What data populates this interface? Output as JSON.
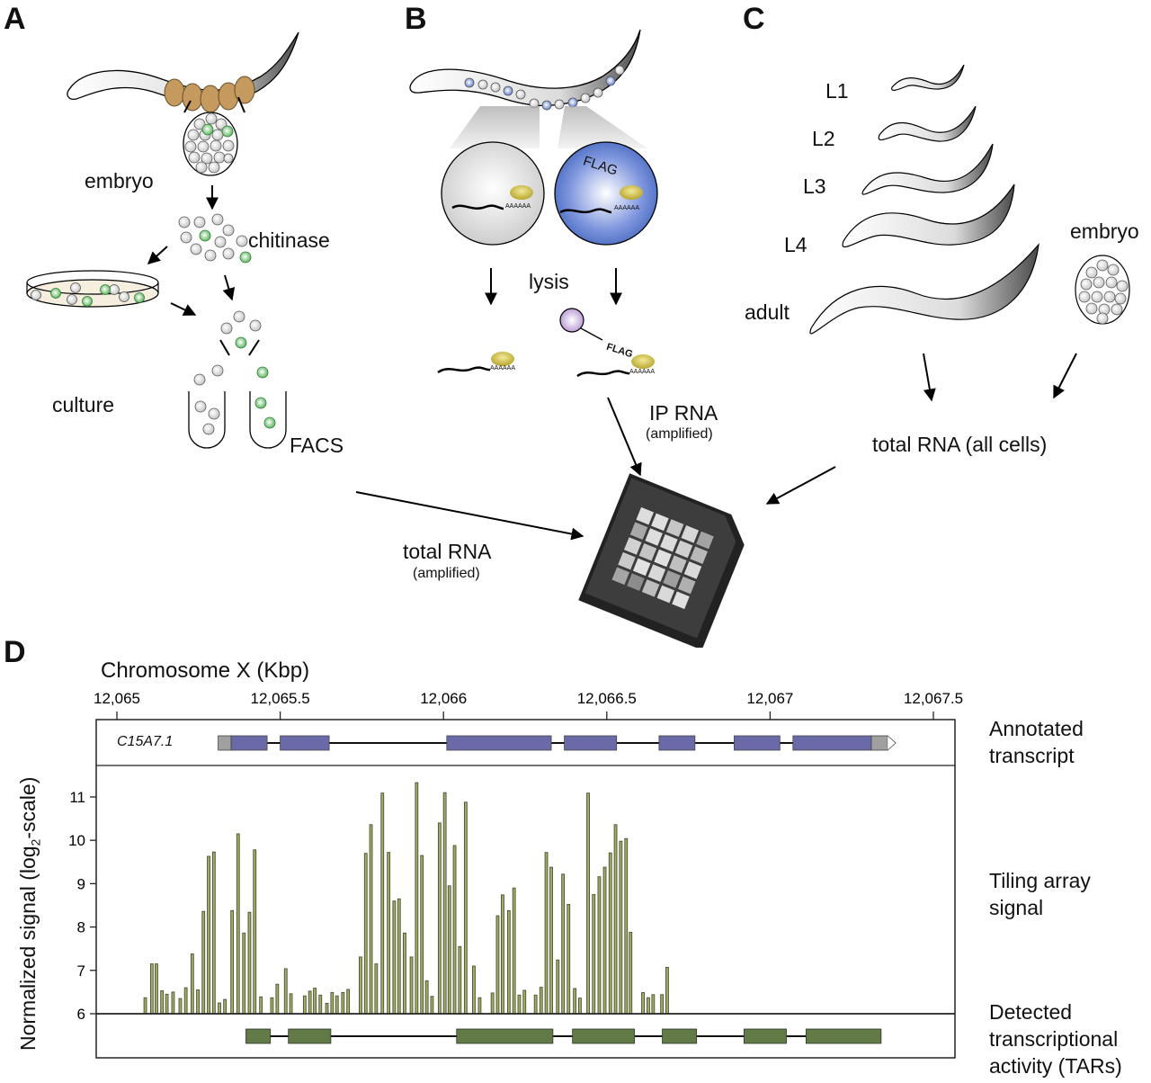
{
  "panels": {
    "A": {
      "letter": "A",
      "labels": {
        "embryo": "embryo",
        "chitinase": "chitinase",
        "culture": "culture",
        "facs": "FACS"
      }
    },
    "B": {
      "letter": "B",
      "labels": {
        "lysis": "lysis",
        "flag_cell": "FLAG",
        "flag_bead": "FLAG",
        "polyA": "AAAAAA",
        "ip_rna": "IP RNA",
        "ip_amplified": "(amplified)"
      }
    },
    "C": {
      "letter": "C",
      "stages": [
        "L1",
        "L2",
        "L3",
        "L4",
        "adult"
      ],
      "embryo": "embryo",
      "total_rna": "total RNA (all cells)"
    },
    "center": {
      "total_rna": "total RNA",
      "total_amplified": "(amplified)"
    },
    "D": {
      "letter": "D",
      "track_labels": {
        "annotated_1": "Annotated",
        "annotated_2": "transcript",
        "tiling_1": "Tiling array",
        "tiling_2": "signal",
        "tars_1": "Detected",
        "tars_2": "transcriptional",
        "tars_3": "activity (TARs)"
      },
      "gene_name": "C15A7.1"
    }
  },
  "colors": {
    "exon": "#6a6aa8",
    "utr": "#a0a0a0",
    "bar_fill": "#a3ad66",
    "bar_stroke": "#4a4f32",
    "tar_fill": "#627a46",
    "egg": "#c49a5e",
    "gfp": "#5cb85c",
    "flag_blue": "#3b5fb8",
    "yolk": "#c8b43a"
  },
  "chart_data": {
    "type": "bar",
    "title": "Chromosome X (Kbp)",
    "xlabel": "Chromosome X (Kbp)",
    "ylabel": "Normalized signal (log2-scale)",
    "ylabel_parts": {
      "pre": "Normalized signal (log",
      "sub": "2",
      "post": "-scale)"
    },
    "xlim": [
      12064.96,
      12067.55
    ],
    "ylim": [
      6,
      11.5
    ],
    "x_ticks": [
      {
        "value": 12065,
        "label": "12,065"
      },
      {
        "value": 12065.5,
        "label": "12,065.5"
      },
      {
        "value": 12066,
        "label": "12,066"
      },
      {
        "value": 12066.5,
        "label": "12,066.5"
      },
      {
        "value": 12067,
        "label": "12,067"
      },
      {
        "value": 12067.5,
        "label": "12,067.5"
      }
    ],
    "y_ticks": [
      6,
      7,
      8,
      9,
      10,
      11
    ],
    "bar_width_kbp": 0.018,
    "bars": [
      {
        "x": 12065.087,
        "y": 6.37
      },
      {
        "x": 12065.107,
        "y": 7.15
      },
      {
        "x": 12065.121,
        "y": 7.15
      },
      {
        "x": 12065.138,
        "y": 6.53
      },
      {
        "x": 12065.153,
        "y": 6.45
      },
      {
        "x": 12065.172,
        "y": 6.5
      },
      {
        "x": 12065.194,
        "y": 6.35
      },
      {
        "x": 12065.211,
        "y": 6.6
      },
      {
        "x": 12065.231,
        "y": 7.38
      },
      {
        "x": 12065.248,
        "y": 6.55
      },
      {
        "x": 12065.265,
        "y": 8.36
      },
      {
        "x": 12065.281,
        "y": 9.63
      },
      {
        "x": 12065.297,
        "y": 9.73
      },
      {
        "x": 12065.314,
        "y": 6.25
      },
      {
        "x": 12065.331,
        "y": 6.33
      },
      {
        "x": 12065.353,
        "y": 8.38
      },
      {
        "x": 12065.371,
        "y": 10.15
      },
      {
        "x": 12065.389,
        "y": 7.86
      },
      {
        "x": 12065.406,
        "y": 8.34
      },
      {
        "x": 12065.422,
        "y": 9.78
      },
      {
        "x": 12065.441,
        "y": 6.39
      },
      {
        "x": 12065.475,
        "y": 6.37
      },
      {
        "x": 12065.491,
        "y": 6.68
      },
      {
        "x": 12065.517,
        "y": 7.04
      },
      {
        "x": 12065.533,
        "y": 6.46
      },
      {
        "x": 12065.575,
        "y": 6.41
      },
      {
        "x": 12065.591,
        "y": 6.52
      },
      {
        "x": 12065.606,
        "y": 6.59
      },
      {
        "x": 12065.623,
        "y": 6.43
      },
      {
        "x": 12065.643,
        "y": 6.24
      },
      {
        "x": 12065.659,
        "y": 6.49
      },
      {
        "x": 12065.674,
        "y": 6.41
      },
      {
        "x": 12065.692,
        "y": 6.49
      },
      {
        "x": 12065.708,
        "y": 6.56
      },
      {
        "x": 12065.746,
        "y": 7.31
      },
      {
        "x": 12065.762,
        "y": 9.7
      },
      {
        "x": 12065.778,
        "y": 10.36
      },
      {
        "x": 12065.794,
        "y": 7.15
      },
      {
        "x": 12065.813,
        "y": 11.09
      },
      {
        "x": 12065.832,
        "y": 9.72
      },
      {
        "x": 12065.849,
        "y": 8.6
      },
      {
        "x": 12065.864,
        "y": 8.65
      },
      {
        "x": 12065.881,
        "y": 7.86
      },
      {
        "x": 12065.902,
        "y": 7.31
      },
      {
        "x": 12065.918,
        "y": 11.33
      },
      {
        "x": 12065.934,
        "y": 9.65
      },
      {
        "x": 12065.949,
        "y": 6.76
      },
      {
        "x": 12065.965,
        "y": 6.4
      },
      {
        "x": 12065.988,
        "y": 10.4
      },
      {
        "x": 12066.004,
        "y": 11.1
      },
      {
        "x": 12066.018,
        "y": 8.95
      },
      {
        "x": 12066.034,
        "y": 9.88
      },
      {
        "x": 12066.05,
        "y": 7.55
      },
      {
        "x": 12066.068,
        "y": 10.88
      },
      {
        "x": 12066.093,
        "y": 7.1
      },
      {
        "x": 12066.111,
        "y": 6.37
      },
      {
        "x": 12066.15,
        "y": 6.48
      },
      {
        "x": 12066.166,
        "y": 8.26
      },
      {
        "x": 12066.181,
        "y": 8.74
      },
      {
        "x": 12066.2,
        "y": 8.38
      },
      {
        "x": 12066.216,
        "y": 8.9
      },
      {
        "x": 12066.232,
        "y": 6.43
      },
      {
        "x": 12066.248,
        "y": 6.54
      },
      {
        "x": 12066.282,
        "y": 6.43
      },
      {
        "x": 12066.299,
        "y": 6.61
      },
      {
        "x": 12066.315,
        "y": 9.72
      },
      {
        "x": 12066.33,
        "y": 9.38
      },
      {
        "x": 12066.35,
        "y": 7.24
      },
      {
        "x": 12066.366,
        "y": 9.22
      },
      {
        "x": 12066.383,
        "y": 8.52
      },
      {
        "x": 12066.402,
        "y": 6.58
      },
      {
        "x": 12066.418,
        "y": 6.36
      },
      {
        "x": 12066.443,
        "y": 11.09
      },
      {
        "x": 12066.46,
        "y": 8.75
      },
      {
        "x": 12066.477,
        "y": 9.16
      },
      {
        "x": 12066.494,
        "y": 9.38
      },
      {
        "x": 12066.511,
        "y": 9.71
      },
      {
        "x": 12066.527,
        "y": 10.36
      },
      {
        "x": 12066.543,
        "y": 9.98
      },
      {
        "x": 12066.559,
        "y": 10.04
      },
      {
        "x": 12066.573,
        "y": 7.88
      },
      {
        "x": 12066.611,
        "y": 6.49
      },
      {
        "x": 12066.627,
        "y": 6.37
      },
      {
        "x": 12066.642,
        "y": 6.44
      },
      {
        "x": 12066.669,
        "y": 6.44
      },
      {
        "x": 12066.685,
        "y": 7.07
      }
    ],
    "exons": [
      {
        "start": 12065.31,
        "end": 12065.35,
        "kind": "utr"
      },
      {
        "start": 12065.35,
        "end": 12065.46,
        "kind": "cds"
      },
      {
        "start": 12065.5,
        "end": 12065.65,
        "kind": "cds"
      },
      {
        "start": 12066.01,
        "end": 12066.33,
        "kind": "cds"
      },
      {
        "start": 12066.37,
        "end": 12066.53,
        "kind": "cds"
      },
      {
        "start": 12066.66,
        "end": 12066.77,
        "kind": "cds"
      },
      {
        "start": 12066.89,
        "end": 12067.03,
        "kind": "cds"
      },
      {
        "start": 12067.07,
        "end": 12067.31,
        "kind": "cds"
      },
      {
        "start": 12067.31,
        "end": 12067.36,
        "kind": "utr"
      }
    ],
    "gene_span": [
      12065.31,
      12067.38
    ],
    "tars": [
      {
        "start": 12065.395,
        "end": 12065.47
      },
      {
        "start": 12065.525,
        "end": 12065.655
      },
      {
        "start": 12066.04,
        "end": 12066.335
      },
      {
        "start": 12066.395,
        "end": 12066.585
      },
      {
        "start": 12066.67,
        "end": 12066.775
      },
      {
        "start": 12066.92,
        "end": 12067.05
      },
      {
        "start": 12067.11,
        "end": 12067.34
      }
    ]
  }
}
